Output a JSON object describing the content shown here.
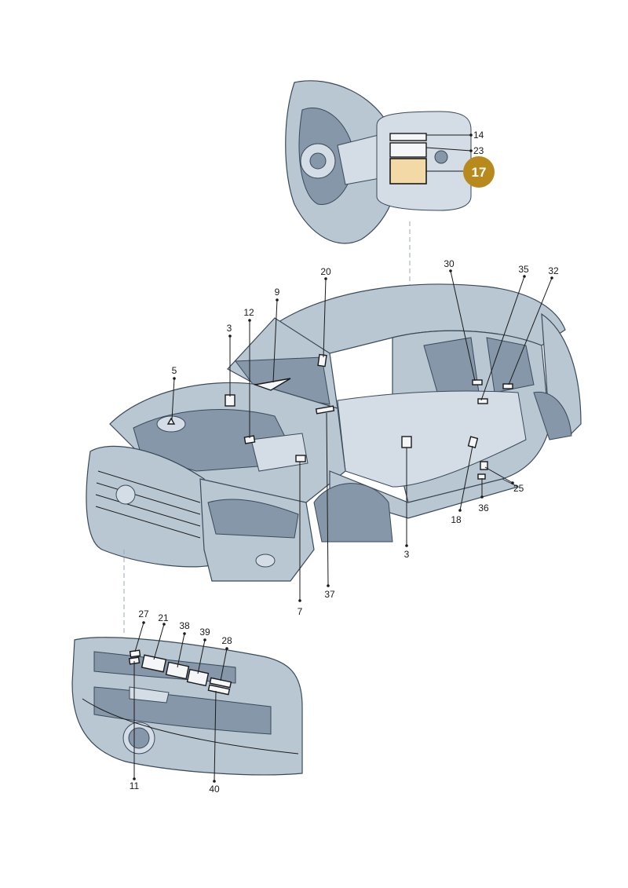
{
  "diagram": {
    "highlight_callout": "17",
    "fuel_flap_callouts": [
      "14",
      "23"
    ],
    "body_callouts": [
      "20",
      "30",
      "35",
      "32",
      "9",
      "12",
      "3",
      "5",
      "25",
      "36",
      "18",
      "3",
      "37",
      "7"
    ],
    "grille_callouts": [
      "27",
      "21",
      "38",
      "39",
      "28",
      "11",
      "40"
    ],
    "colors": {
      "highlight_badge": "#b88a1e",
      "highlight_sticker": "#f3d9a6",
      "body": "#b9c7d3",
      "outline": "#3a4a5a"
    }
  }
}
